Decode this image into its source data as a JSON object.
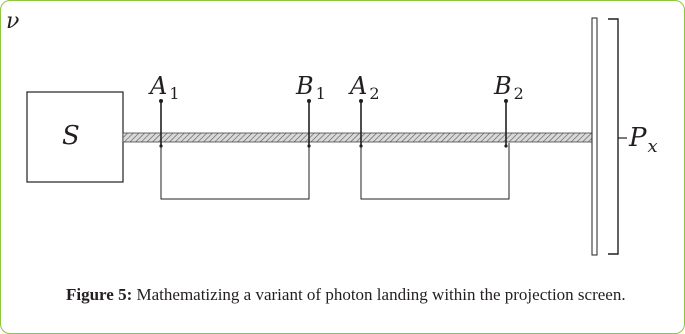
{
  "corner_label": "ν",
  "source_label": "S",
  "marker_labels": [
    {
      "letter": "A",
      "sub": "1"
    },
    {
      "letter": "B",
      "sub": "1"
    },
    {
      "letter": "A",
      "sub": "2"
    },
    {
      "letter": "B",
      "sub": "2"
    }
  ],
  "screen_label": {
    "letter": "P",
    "sub": "x"
  },
  "caption": {
    "label": "Figure 5:",
    "text": " Mathematizing a variant of photon landing within the projection screen."
  },
  "colors": {
    "frame": "#8dc63f",
    "ink": "#231f20"
  }
}
